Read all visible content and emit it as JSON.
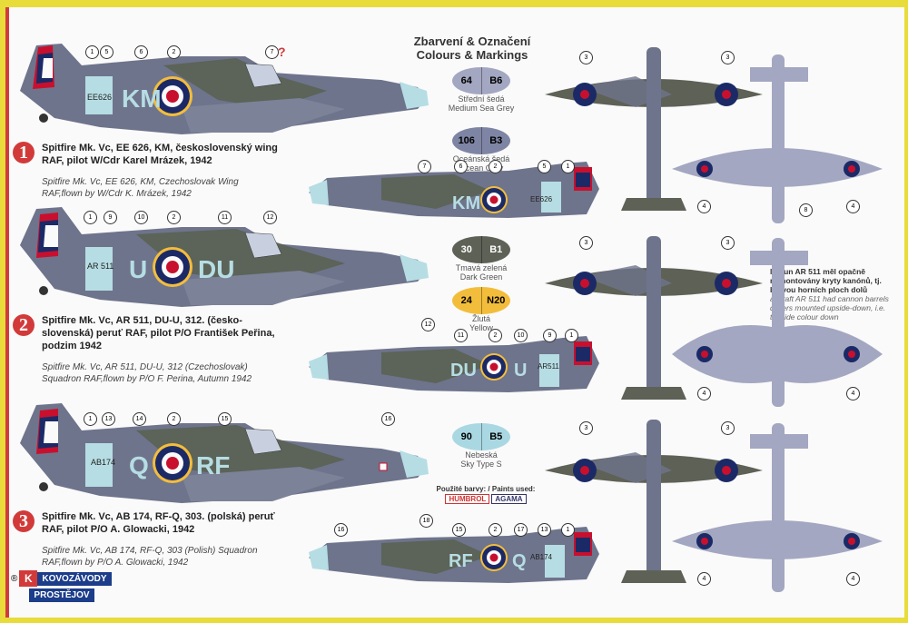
{
  "header": {
    "title_cz": "Zbarvení & Označení",
    "title_en": "Colours & Markings"
  },
  "colors": {
    "medium_sea_grey": "#8b91a8",
    "ocean_grey": "#70788f",
    "dark_green": "#5c6250",
    "yellow": "#f2c54a",
    "sky": "#b6dde3",
    "red": "#c8102e",
    "roundel_blue": "#1b2a66"
  },
  "swatches": [
    {
      "fs": "64",
      "humbrol": "B6",
      "cz": "Střední šedá",
      "en": "Medium Sea Grey",
      "color": "#a3a7c1"
    },
    {
      "fs": "106",
      "humbrol": "B3",
      "cz": "Oceánská šedá",
      "en": "Ocean Grey",
      "color": "#7e85a4"
    },
    {
      "fs": "30",
      "humbrol": "B1",
      "cz": "Tmavá zelená",
      "en": "Dark Green",
      "color": "#5e6156"
    },
    {
      "fs": "24",
      "humbrol": "N20",
      "cz": "Žlutá",
      "en": "Yellow",
      "color": "#f3bd3c"
    },
    {
      "fs": "90",
      "humbrol": "B5",
      "cz": "Nebeská",
      "en": "Sky Type S",
      "color": "#a9d8e2"
    }
  ],
  "captions": [
    {
      "num": "1",
      "cz": "Spitfire Mk. Vc, EE 626, KM, československý wing RAF, pilot W/Cdr Karel Mrázek, 1942",
      "en": "Spitfire Mk. Vc, EE 626, KM, Czechoslovak Wing RAF,flown by W/Cdr K. Mrázek, 1942"
    },
    {
      "num": "2",
      "cz": "Spitfire Mk. Vc, AR 511, DU-U, 312. (česko-slovenská) peruť RAF, pilot P/O František Peřina, podzim 1942",
      "en": "Spitfire Mk. Vc, AR 511, DU-U, 312 (Czechoslovak) Squadron RAF,flown by P/O F. Perina, Autumn 1942"
    },
    {
      "num": "3",
      "cz": "Spitfire Mk. Vc, AB 174, RF-Q, 303. (polská) peruť RAF, pilot P/O A. Glowacki, 1942",
      "en": "Spitfire Mk. Vc, AB 174, RF-Q, 303 (Polish) Squadron RAF,flown by P/O A. Glowacki, 1942"
    }
  ],
  "aircraft": [
    {
      "left_code": "KM",
      "right_code": "",
      "serial": "EE626",
      "small_left": "KM",
      "small_right": "",
      "small_serial": "EE626"
    },
    {
      "left_code": "U",
      "right_code": "DU",
      "serial": "AR 511",
      "small_left": "DU",
      "small_right": "U",
      "small_serial": "AR511"
    },
    {
      "left_code": "Q",
      "right_code": "RF",
      "serial": "AB174",
      "small_left": "RF",
      "small_right": "Q",
      "small_serial": "AB174"
    }
  ],
  "note": {
    "cz": "letoun AR 511 měl opačně namontovány kryty kanónů, tj. barvou horních ploch dolů",
    "en": "aircraft AR 511 had cannon barrels covers mounted upside-down, i.e. topside colour down"
  },
  "paints": {
    "label": "Použité barvy: / Paints used:",
    "brand1": "HUMBROL",
    "brand2": "AGAMA"
  },
  "logo": {
    "badge": "K",
    "reg": "®",
    "line1": "KOVOZÁVODY",
    "line2": "PROSTĚJOV"
  },
  "callouts": {
    "question": "?"
  }
}
